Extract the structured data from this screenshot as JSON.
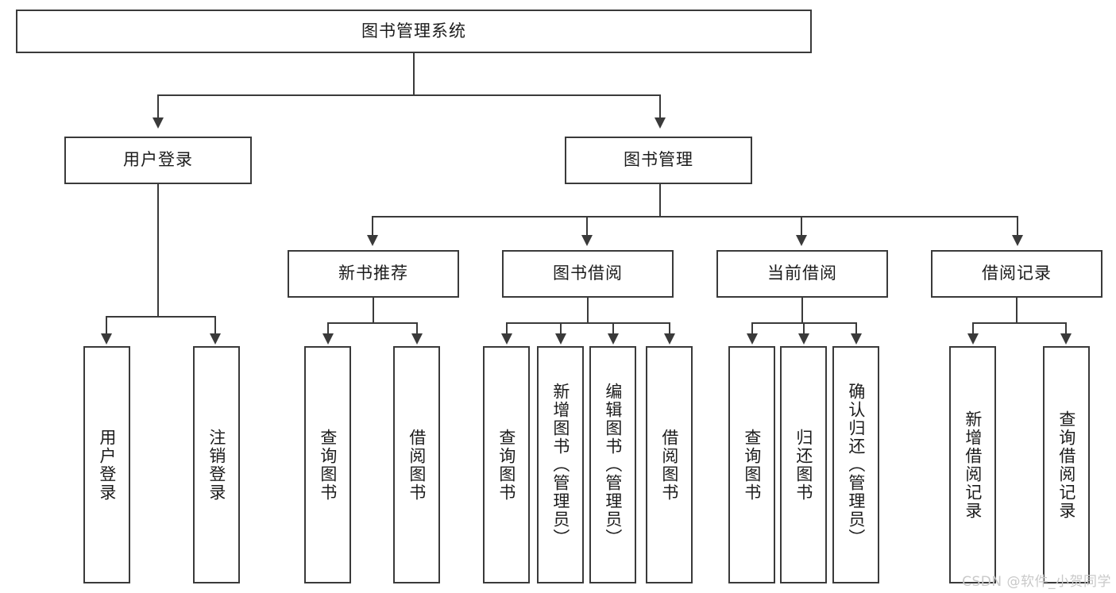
{
  "diagram": {
    "title": "图书管理系统",
    "type": "tree",
    "root": {
      "label": "图书管理系统"
    },
    "level2": [
      {
        "label": "用户登录"
      },
      {
        "label": "图书管理"
      }
    ],
    "level3": [
      {
        "label": "新书推荐"
      },
      {
        "label": "图书借阅"
      },
      {
        "label": "当前借阅"
      },
      {
        "label": "借阅记录"
      }
    ],
    "leaves": {
      "user_login": [
        {
          "label": "用户登录"
        },
        {
          "label": "注销登录"
        }
      ],
      "new_book_recommend": [
        {
          "label": "查询图书"
        },
        {
          "label": "借阅图书"
        }
      ],
      "book_borrow": [
        {
          "label": "查询图书"
        },
        {
          "label": "新增图书（管理员）"
        },
        {
          "label": "编辑图书（管理员）"
        },
        {
          "label": "借阅图书"
        }
      ],
      "current_borrow": [
        {
          "label": "查询图书"
        },
        {
          "label": "归还图书"
        },
        {
          "label": "确认归还（管理员）"
        }
      ],
      "borrow_record": [
        {
          "label": "新增借阅记录"
        },
        {
          "label": "查询借阅记录"
        }
      ]
    }
  },
  "watermark": {
    "text": "CSDN @软件_小贺同学"
  },
  "colors": {
    "stroke": "#3a3a3a",
    "text": "#1c1c1c",
    "background": "#ffffff",
    "watermark": "#c9c9c9"
  }
}
